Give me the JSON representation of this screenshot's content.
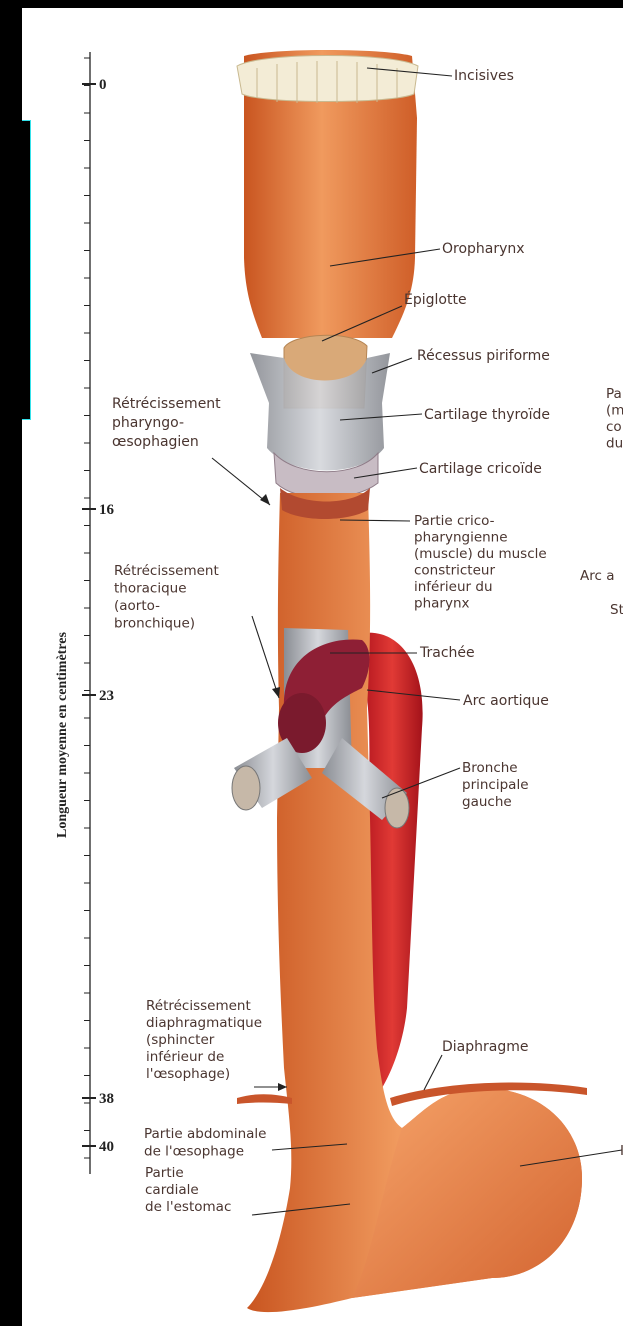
{
  "axis": {
    "title": "Longueur moyenne en centimètres",
    "ticks": [
      "0",
      "16",
      "23",
      "38",
      "40"
    ]
  },
  "labels": {
    "incisives": "Incisives",
    "oropharynx": "Oropharynx",
    "epiglotte": "Épiglotte",
    "recessus": "Récessus piriforme",
    "thyroide": "Cartilage thyroïde",
    "cricoide": "Cartilage cricoïde",
    "retrec_pharyngo": [
      "Rétrécissement",
      "pharyngo-",
      "œsophagien"
    ],
    "crico": [
      "Partie crico-",
      "pharyngienne",
      "(muscle) du muscle",
      "constricteur",
      "inférieur du",
      "pharynx"
    ],
    "retrec_thoracique": [
      "Rétrécissement",
      "thoracique",
      "(aorto-",
      "bronchique)"
    ],
    "trachee": "Trachée",
    "arc_aortique": "Arc aortique",
    "bronche": [
      "Bronche",
      "principale",
      "gauche"
    ],
    "retrec_diaphragmatique": [
      "Rétrécissement",
      "diaphragmatique",
      "(sphincter",
      "inférieur de",
      "l'œsophage)"
    ],
    "diaphragme": "Diaphragme",
    "partie_abdominale": [
      "Partie abdominale",
      "de l'œsophage"
    ],
    "partie_cardiale": [
      "Partie",
      "cardiale",
      "de l'estomac"
    ],
    "right_cut": {
      "pa": [
        "Pa",
        "(m",
        "co",
        "du"
      ],
      "arc": "Arc a",
      "st": "St",
      "bottom": "I"
    }
  }
}
